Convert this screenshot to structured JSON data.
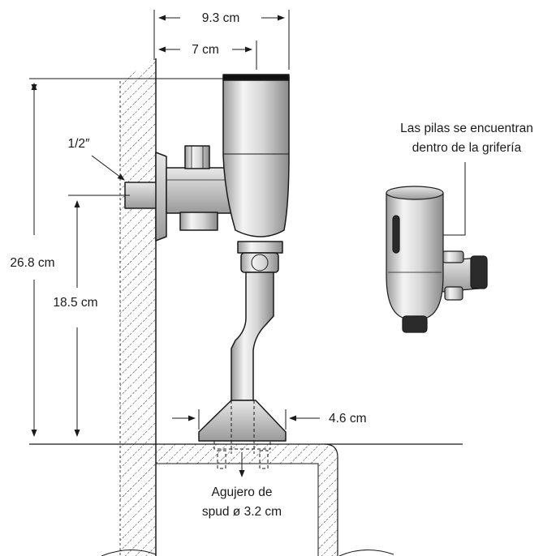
{
  "dimensions": {
    "total_width": "9.3 cm",
    "body_width": "7 cm",
    "inlet_size": "1/2″",
    "total_height": "26.8 cm",
    "inlet_height": "18.5 cm",
    "flange_width": "4.6 cm"
  },
  "callouts": {
    "battery_note_line1": "Las pilas se encuentran",
    "battery_note_line2": "dentro de la grifería",
    "spud_line1": "Agujero de",
    "spud_line2": "spud ø 3.2 cm"
  },
  "colors": {
    "line": "#1a1a1a",
    "background": "#ffffff",
    "sensor_window": "#2a2a2a"
  }
}
